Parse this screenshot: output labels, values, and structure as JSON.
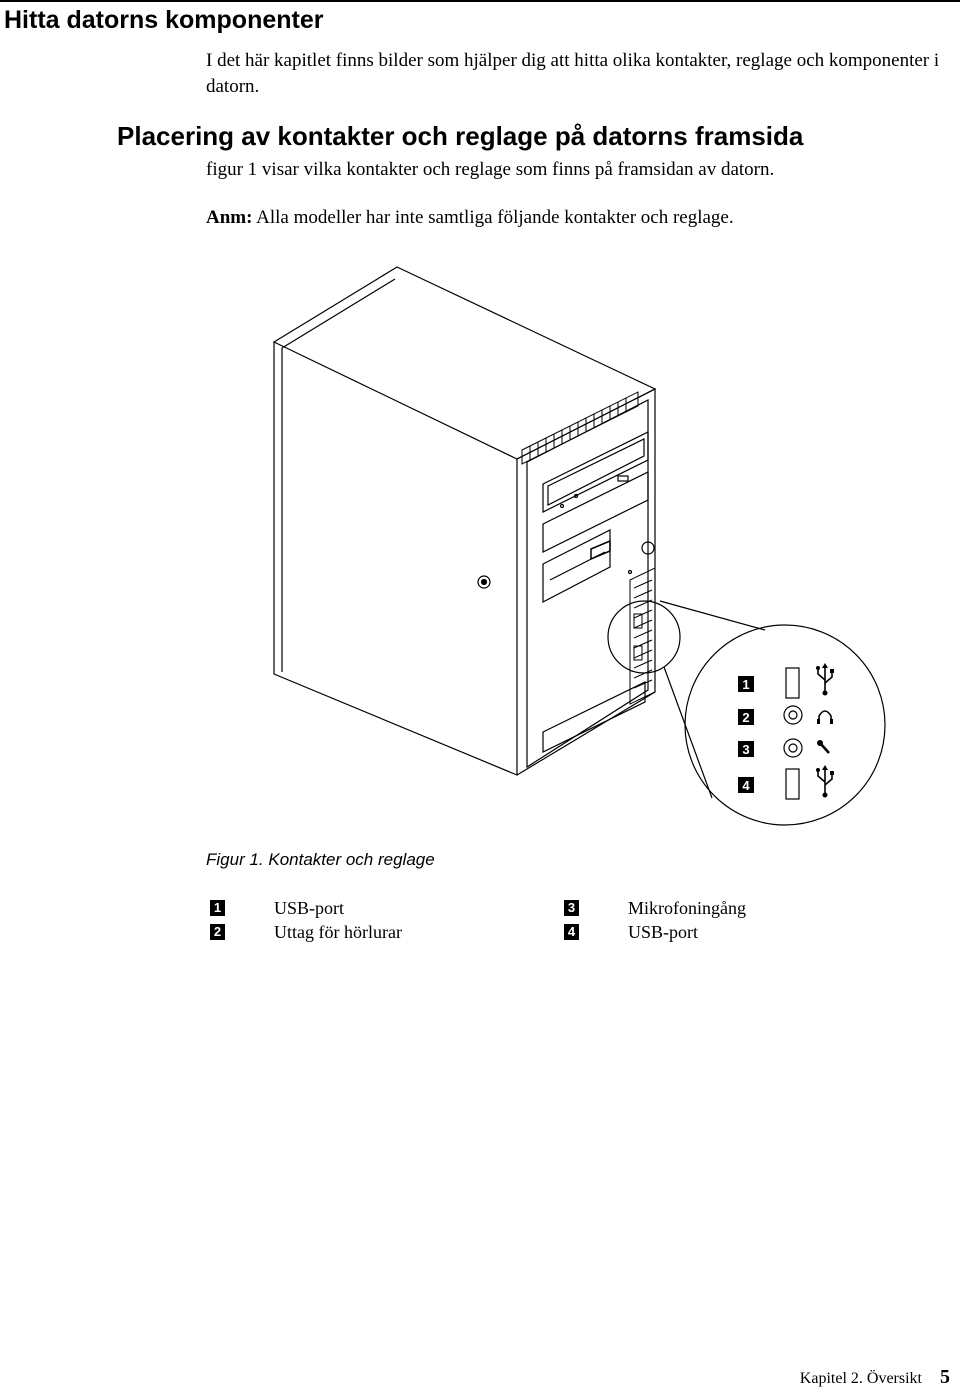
{
  "chapter_title": "Hitta datorns komponenter",
  "intro": "I det här kapitlet finns bilder som hjälper dig att hitta olika kontakter, reglage och komponenter i datorn.",
  "section_heading": "Placering av kontakter och reglage på datorns framsida",
  "paragraph": "figur 1 visar vilka kontakter och reglage som finns på framsidan av datorn.",
  "note": {
    "label": "Anm:",
    "text": "Alla modeller har inte samtliga följande kontakter och reglage."
  },
  "figure": {
    "callouts": [
      "1",
      "2",
      "3",
      "4"
    ],
    "icons": [
      "usb-icon",
      "headphone-icon",
      "microphone-icon",
      "usb-icon"
    ]
  },
  "figure_caption": "Figur 1. Kontakter och reglage",
  "legend": [
    {
      "number": "1",
      "label": "USB-port"
    },
    {
      "number": "2",
      "label": "Uttag för hörlurar"
    },
    {
      "number": "3",
      "label": "Mikrofoningång"
    },
    {
      "number": "4",
      "label": "USB-port"
    }
  ],
  "footer": {
    "chapter": "Kapitel 2. Översikt",
    "page": "5"
  }
}
